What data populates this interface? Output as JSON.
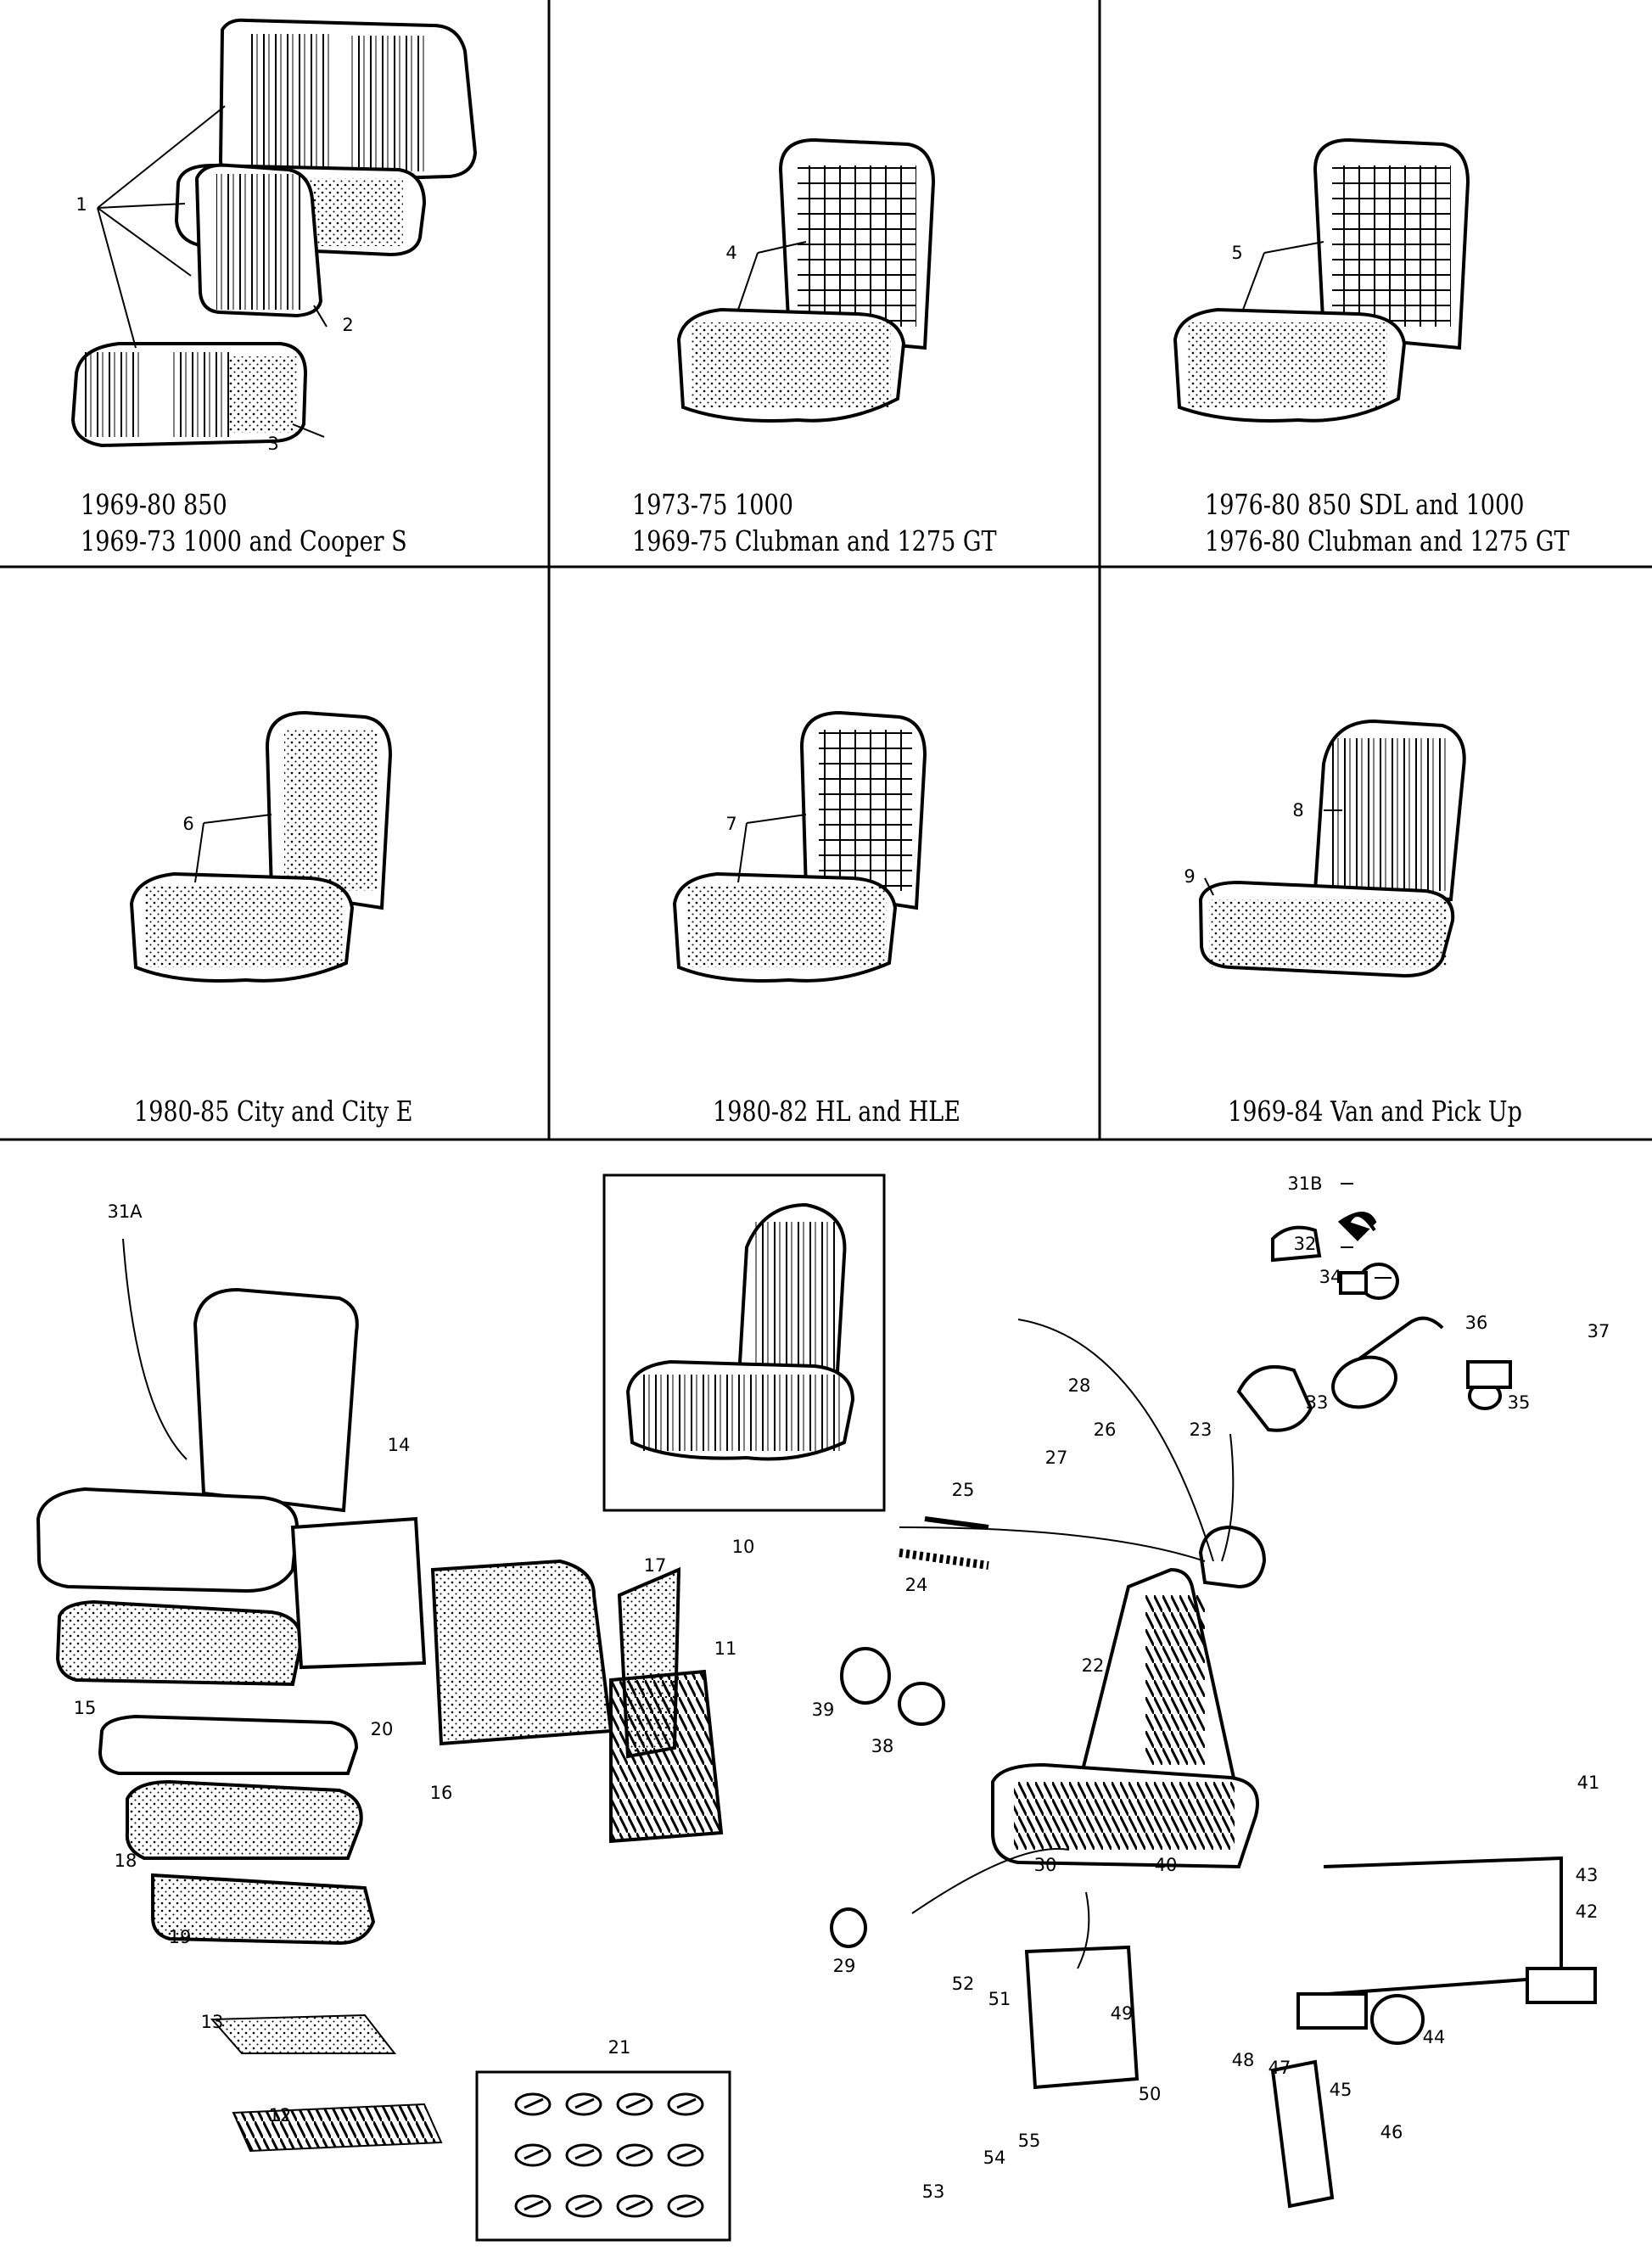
{
  "panels": [
    {
      "lines": [
        "1969-80 850",
        "1969-73 1000 and Cooper S"
      ]
    },
    {
      "lines": [
        "1973-75 1000",
        "1969-75 Clubman and 1275 GT"
      ]
    },
    {
      "lines": [
        "1976-80 850 SDL and 1000",
        "1976-80 Clubman and 1275 GT"
      ]
    },
    {
      "lines": [
        "1980-85 City and City E"
      ]
    },
    {
      "lines": [
        "1980-82 HL and HLE"
      ]
    },
    {
      "lines": [
        "1969-84 Van and Pick Up"
      ]
    }
  ],
  "callouts": [
    "1",
    "2",
    "3",
    "4",
    "5",
    "6",
    "7",
    "8",
    "9",
    "10",
    "11",
    "12",
    "13",
    "14",
    "15",
    "16",
    "17",
    "18",
    "19",
    "20",
    "21",
    "22",
    "23",
    "24",
    "25",
    "26",
    "27",
    "28",
    "29",
    "30",
    "31A",
    "31B",
    "32",
    "33",
    "34",
    "35",
    "36",
    "37",
    "38",
    "39",
    "40",
    "41",
    "42",
    "43",
    "44",
    "45",
    "46",
    "47",
    "48",
    "49",
    "50",
    "51",
    "52",
    "53",
    "54",
    "55"
  ]
}
